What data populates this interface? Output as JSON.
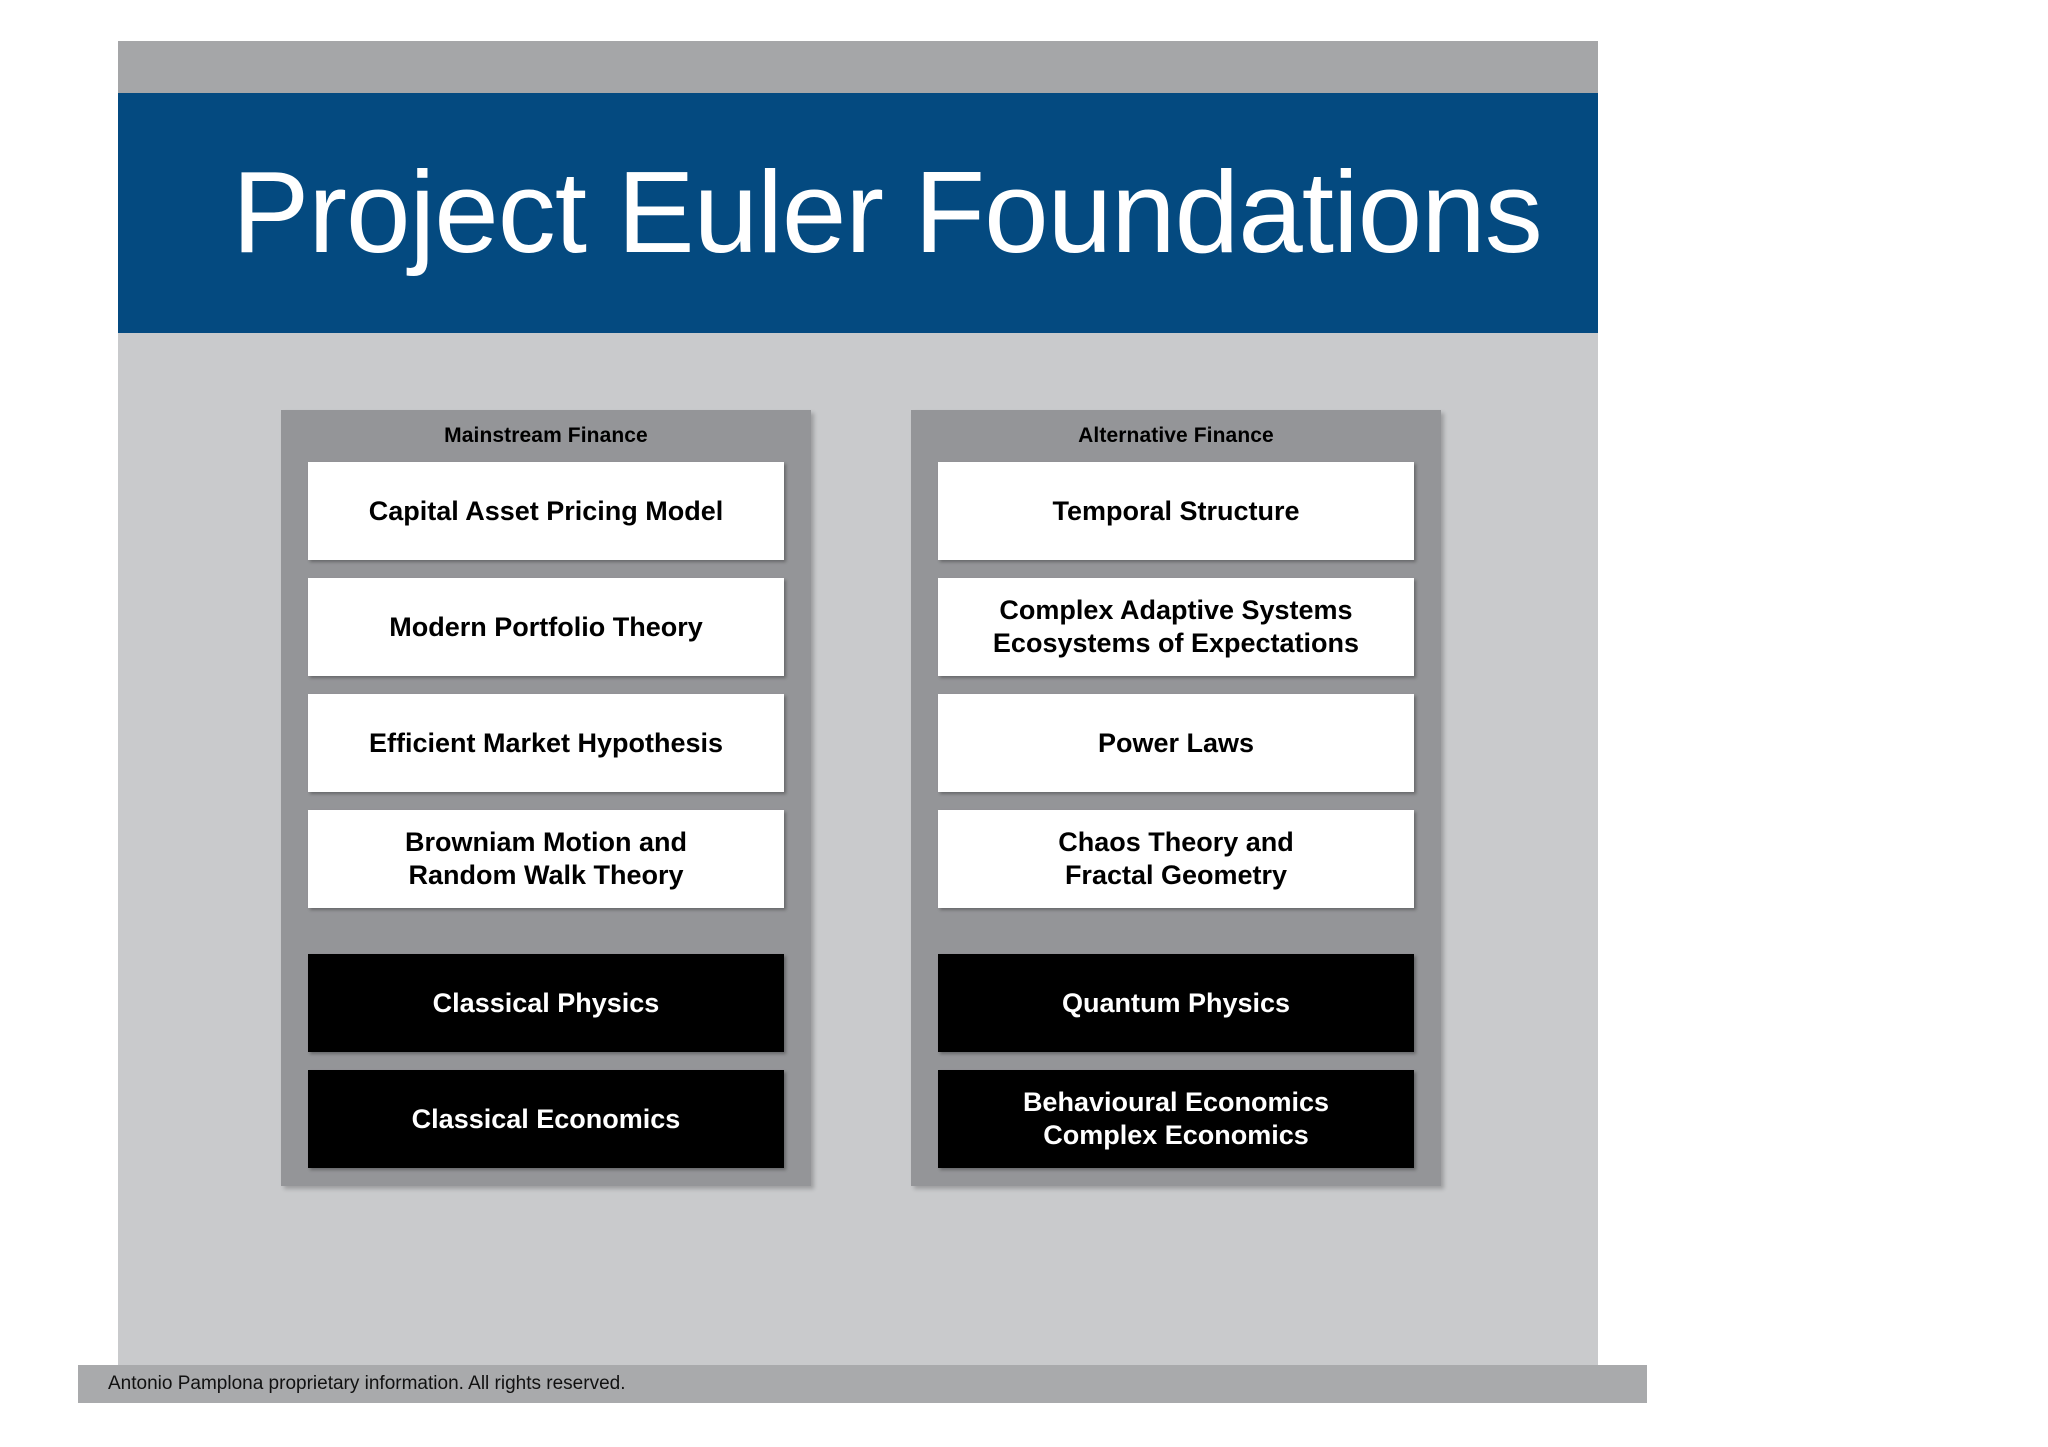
{
  "slide": {
    "title": "Project Euler Foundations",
    "footer_text": "Antonio Pamplona proprietary information. All rights reserved.",
    "colors": {
      "banner_blue": "#044a80",
      "slide_background": "#c9cacc",
      "column_gray": "#949598",
      "top_strip_gray": "#a5a6a8",
      "footer_gray": "#a9aaac",
      "card_light": "#ffffff",
      "card_dark": "#000000"
    }
  },
  "columns": [
    {
      "title": "Mainstream Finance",
      "cards": [
        {
          "label": "Capital Asset Pricing Model",
          "style": "light"
        },
        {
          "label": "Modern Portfolio Theory",
          "style": "light"
        },
        {
          "label": "Efficient Market Hypothesis",
          "style": "light"
        },
        {
          "label": "Browniam Motion and\nRandom Walk Theory",
          "style": "light"
        },
        {
          "label": "Classical Physics",
          "style": "dark"
        },
        {
          "label": "Classical Economics",
          "style": "dark"
        }
      ]
    },
    {
      "title": "Alternative Finance",
      "cards": [
        {
          "label": "Temporal Structure",
          "style": "light"
        },
        {
          "label": "Complex Adaptive Systems\nEcosystems of Expectations",
          "style": "light"
        },
        {
          "label": "Power Laws",
          "style": "light"
        },
        {
          "label": "Chaos Theory and\nFractal Geometry",
          "style": "light"
        },
        {
          "label": "Quantum Physics",
          "style": "dark"
        },
        {
          "label": "Behavioural Economics\nComplex Economics",
          "style": "dark"
        }
      ]
    }
  ]
}
